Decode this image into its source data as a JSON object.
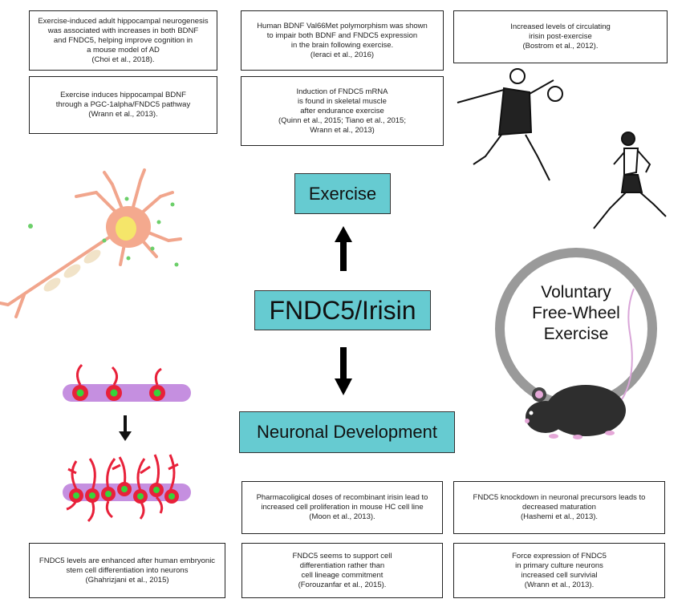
{
  "top_boxes": [
    {
      "lines": [
        "Exercise-induced adult hippocampal neurogenesis",
        "was associated with increases in both BDNF",
        "and FNDC5, helping improve cognition in",
        "a mouse model of AD",
        "(Choi et al., 2018)."
      ]
    },
    {
      "lines": [
        "Human BDNF Val66Met polymorphism was shown",
        "to impair  both BDNF and FNDC5 expression",
        "in the brain following exercise.",
        "(Ieraci et al., 2016)"
      ]
    },
    {
      "lines": [
        "Increased levels of circulating",
        "irisin post-exercise",
        "(Bostrom et al., 2012)."
      ]
    },
    {
      "lines": [
        "Exercise induces hippocampal BDNF",
        "through a PGC-1alpha/FNDC5 pathway",
        "(Wrann et al., 2013)."
      ]
    },
    {
      "lines": [
        "Induction of FNDC5 mRNA",
        "is found in skeletal muscle",
        "after endurance exercise",
        "(Quinn et al., 2015; Tiano et al., 2015;",
        "Wrann et al., 2013)"
      ]
    }
  ],
  "center": {
    "exercise": "Exercise",
    "fndc5": "FNDC5/Irisin",
    "neuronal": "Neuronal Development"
  },
  "wheel_label": [
    "Voluntary",
    "Free-Wheel",
    "Exercise"
  ],
  "bottom_boxes": [
    {
      "lines": [
        "Pharmacoligical doses of recombinant irisin lead to",
        "increased cell proliferation in mouse HC cell line",
        "(Moon et al., 2013)."
      ]
    },
    {
      "lines": [
        "FNDC5  knockdown in neuronal precursors leads to",
        "decreased maturation",
        "(Hashemi et al., 2013)."
      ]
    },
    {
      "lines": [
        "FNDC5 levels are enhanced  after human embryonic",
        "stem cell differentiation into neurons",
        "(Ghahrizjani et al., 2015)"
      ]
    },
    {
      "lines": [
        "FNDC5 seems to support cell",
        "differentiation rather than",
        "cell lineage commitment",
        "(Forouzanfar et al., 2015)."
      ]
    },
    {
      "lines": [
        "Force expression of FNDC5",
        "in primary culture neurons",
        "increased cell survivial",
        "(Wrann et al., 2013)."
      ]
    }
  ],
  "colors": {
    "teal": "#66cbd1",
    "wheel": "#9a9a9a",
    "neuron_body": "#f4a98e",
    "nucleus": "#f5e66a",
    "cell_red": "#e8213a",
    "cell_green": "#37d43a",
    "strip": "#c58fe0"
  }
}
